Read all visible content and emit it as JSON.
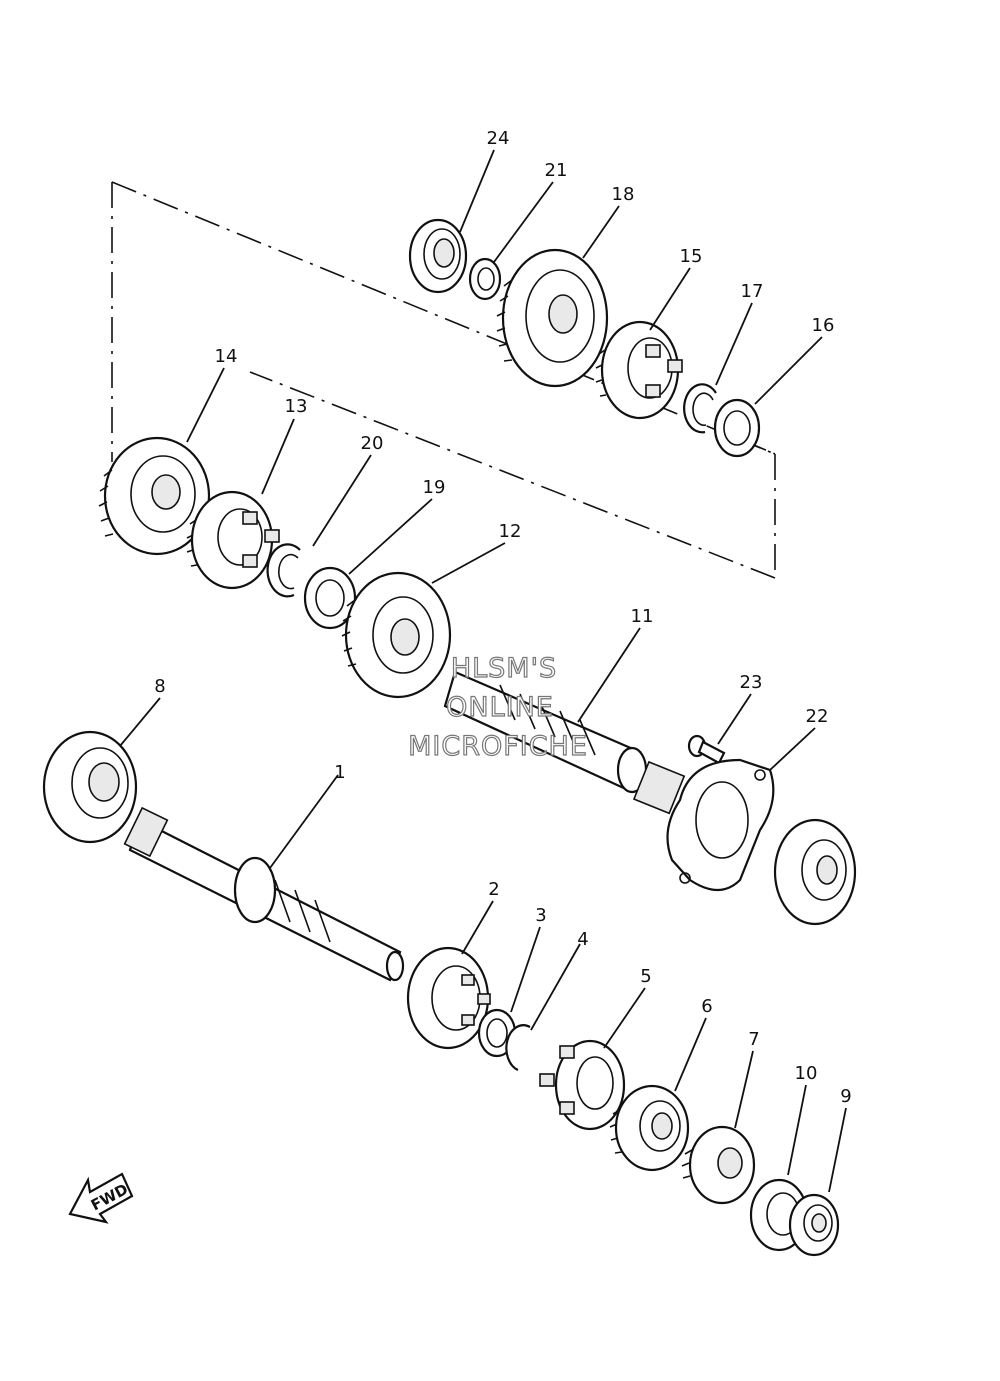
{
  "callouts": [
    {
      "id": "p1",
      "text": "1"
    },
    {
      "id": "p2",
      "text": "2"
    },
    {
      "id": "p3",
      "text": "3"
    },
    {
      "id": "p4",
      "text": "4"
    },
    {
      "id": "p5",
      "text": "5"
    },
    {
      "id": "p6",
      "text": "6"
    },
    {
      "id": "p7",
      "text": "7"
    },
    {
      "id": "p8",
      "text": "8"
    },
    {
      "id": "p9",
      "text": "9"
    },
    {
      "id": "p10",
      "text": "10"
    },
    {
      "id": "p11",
      "text": "11"
    },
    {
      "id": "p12",
      "text": "12"
    },
    {
      "id": "p13",
      "text": "13"
    },
    {
      "id": "p14",
      "text": "14"
    },
    {
      "id": "p15",
      "text": "15"
    },
    {
      "id": "p16",
      "text": "16"
    },
    {
      "id": "p17",
      "text": "17"
    },
    {
      "id": "p18",
      "text": "18"
    },
    {
      "id": "p19",
      "text": "19"
    },
    {
      "id": "p20",
      "text": "20"
    },
    {
      "id": "p21",
      "text": "21"
    },
    {
      "id": "p22",
      "text": "22"
    },
    {
      "id": "p23",
      "text": "23"
    },
    {
      "id": "p24",
      "text": "24"
    }
  ],
  "watermark": {
    "line1": "HLSM'S",
    "line2": "ONLINE",
    "line3": "MICROFICHE"
  },
  "direction_label": "FWD",
  "colors": {
    "ink": "#111111",
    "paper": "#ffffff",
    "watermark_outline": "#777777"
  }
}
